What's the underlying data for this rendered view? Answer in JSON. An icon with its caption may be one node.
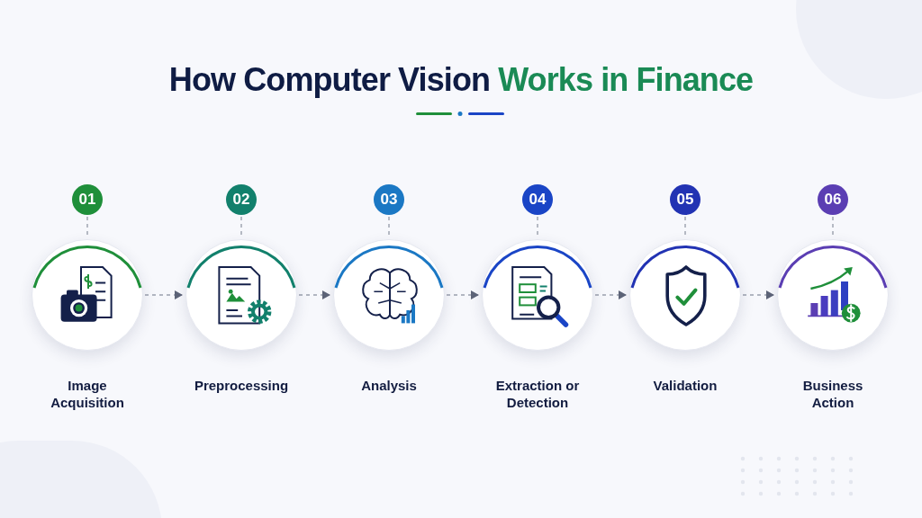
{
  "diagram": {
    "title": "How Computer Vision **Works in Finance**",
    "nodes": [
      {
        "text": [
          "01"
        ]
      },
      {
        "text": [
          "Image Acquisition"
        ]
      },
      {
        "text": [
          "02"
        ]
      },
      {
        "text": [
          "Preprocessing"
        ]
      },
      {
        "text": [
          "03"
        ]
      },
      {
        "text": [
          "Analysis"
        ]
      },
      {
        "text": [
          "04"
        ]
      },
      {
        "text": [
          "Extraction or Detection"
        ]
      },
      {
        "text": [
          "05"
        ]
      },
      {
        "text": [
          "Validation"
        ]
      },
      {
        "text": [
          "06"
        ]
      },
      {
        "text": [
          "Business Action"
        ]
      }
    ],
    "edges": [
      {
        "from": 0,
        "to": 1,
        "arrow": "none",
        "style": "dashed"
      },
      {
        "from": 2,
        "to": 3,
        "arrow": "none",
        "style": "dashed"
      },
      {
        "from": 4,
        "to": 5,
        "arrow": "none",
        "style": "dashed"
      },
      {
        "from": 6,
        "to": 7,
        "arrow": "none",
        "style": "dashed"
      },
      {
        "from": 8,
        "to": 9,
        "arrow": "none",
        "style": "dashed"
      },
      {
        "from": 10,
        "to": 11,
        "arrow": "none",
        "style": "dashed"
      },
      {
        "from": 1,
        "to": 3,
        "arrow": "to",
        "style": "dashed"
      },
      {
        "from": 3,
        "to": 5,
        "arrow": "to",
        "style": "dashed"
      },
      {
        "from": 5,
        "to": 7,
        "arrow": "to",
        "style": "dashed"
      },
      {
        "from": 7,
        "to": 9,
        "arrow": "to",
        "style": "dashed"
      },
      {
        "from": 9,
        "to": 11,
        "arrow": "to",
        "style": "dashed"
      }
    ]
  }
}
